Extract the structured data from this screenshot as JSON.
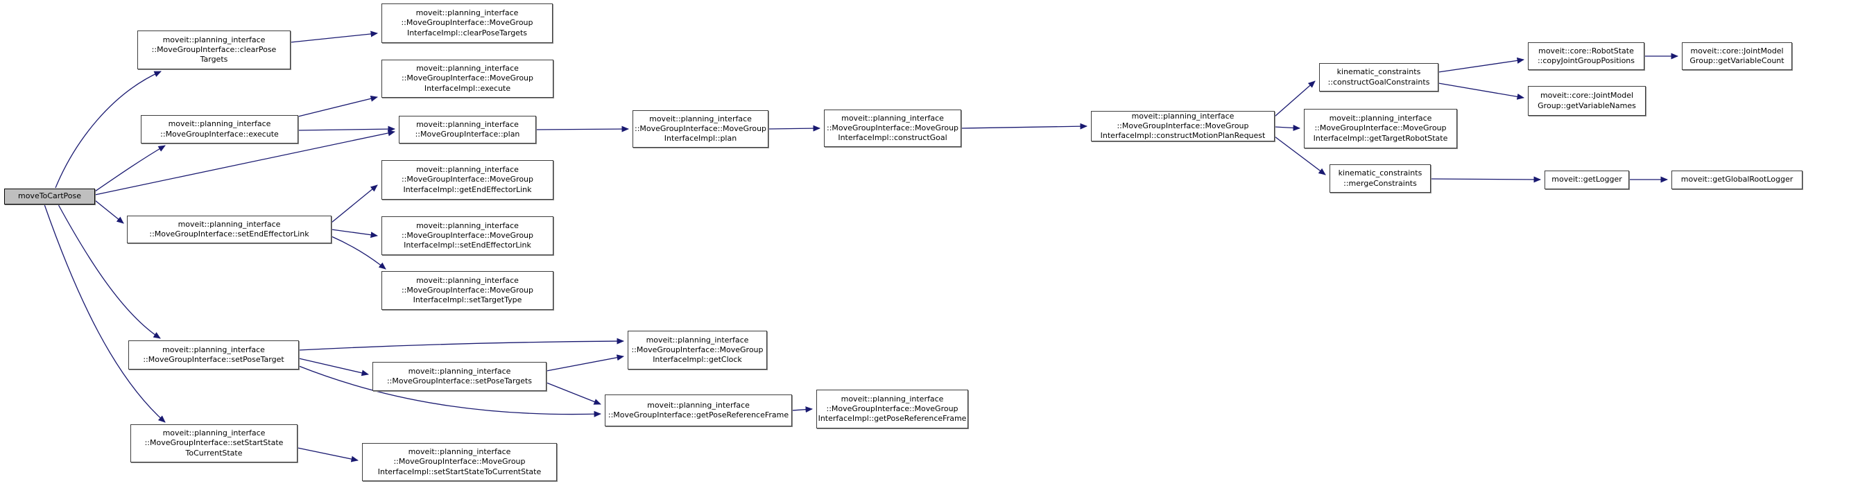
{
  "diagram": {
    "kind": "call-graph",
    "root_label": "moveToCartPose",
    "colors": {
      "edge": "#191970",
      "node_border": "#3d3d3d",
      "node_fill": "#ffffff",
      "root_fill": "#bfbfbf",
      "background": "#ffffff",
      "text": "#000000"
    },
    "nodes": [
      {
        "id": "root",
        "root": true,
        "label": "moveToCartPose"
      },
      {
        "id": "clearPoseTargets",
        "root": false,
        "label": "moveit::planning_interface\n::MoveGroupInterface::clearPose\nTargets"
      },
      {
        "id": "clearPoseTargetsImpl",
        "root": false,
        "label": "moveit::planning_interface\n::MoveGroupInterface::MoveGroup\nInterfaceImpl::clearPoseTargets"
      },
      {
        "id": "execute",
        "root": false,
        "label": "moveit::planning_interface\n::MoveGroupInterface::execute"
      },
      {
        "id": "executeImpl",
        "root": false,
        "label": "moveit::planning_interface\n::MoveGroupInterface::MoveGroup\nInterfaceImpl::execute"
      },
      {
        "id": "plan",
        "root": false,
        "label": "moveit::planning_interface\n::MoveGroupInterface::plan"
      },
      {
        "id": "planImpl",
        "root": false,
        "label": "moveit::planning_interface\n::MoveGroupInterface::MoveGroup\nInterfaceImpl::plan"
      },
      {
        "id": "constructGoal",
        "root": false,
        "label": "moveit::planning_interface\n::MoveGroupInterface::MoveGroup\nInterfaceImpl::constructGoal"
      },
      {
        "id": "constructMotionPlanRequest",
        "root": false,
        "label": "moveit::planning_interface\n::MoveGroupInterface::MoveGroup\nInterfaceImpl::constructMotionPlanRequest"
      },
      {
        "id": "constructGoalConstraints",
        "root": false,
        "label": "kinematic_constraints\n::constructGoalConstraints"
      },
      {
        "id": "getTargetRobotState",
        "root": false,
        "label": "moveit::planning_interface\n::MoveGroupInterface::MoveGroup\nInterfaceImpl::getTargetRobotState"
      },
      {
        "id": "mergeConstraints",
        "root": false,
        "label": "kinematic_constraints\n::mergeConstraints"
      },
      {
        "id": "copyJointGroupPositions",
        "root": false,
        "label": "moveit::core::RobotState\n::copyJointGroupPositions"
      },
      {
        "id": "getVariableCount",
        "root": false,
        "label": "moveit::core::JointModel\nGroup::getVariableCount"
      },
      {
        "id": "getVariableNames",
        "root": false,
        "label": "moveit::core::JointModel\nGroup::getVariableNames"
      },
      {
        "id": "getLogger",
        "root": false,
        "label": "moveit::getLogger"
      },
      {
        "id": "getGlobalRootLogger",
        "root": false,
        "label": "moveit::getGlobalRootLogger"
      },
      {
        "id": "getEndEffectorLinkImpl",
        "root": false,
        "label": "moveit::planning_interface\n::MoveGroupInterface::MoveGroup\nInterfaceImpl::getEndEffectorLink"
      },
      {
        "id": "setEndEffectorLink",
        "root": false,
        "label": "moveit::planning_interface\n::MoveGroupInterface::setEndEffectorLink"
      },
      {
        "id": "setEndEffectorLinkImpl",
        "root": false,
        "label": "moveit::planning_interface\n::MoveGroupInterface::MoveGroup\nInterfaceImpl::setEndEffectorLink"
      },
      {
        "id": "setTargetTypeImpl",
        "root": false,
        "label": "moveit::planning_interface\n::MoveGroupInterface::MoveGroup\nInterfaceImpl::setTargetType"
      },
      {
        "id": "setPoseTarget",
        "root": false,
        "label": "moveit::planning_interface\n::MoveGroupInterface::setPoseTarget"
      },
      {
        "id": "setPoseTargets",
        "root": false,
        "label": "moveit::planning_interface\n::MoveGroupInterface::setPoseTargets"
      },
      {
        "id": "getClockImpl",
        "root": false,
        "label": "moveit::planning_interface\n::MoveGroupInterface::MoveGroup\nInterfaceImpl::getClock"
      },
      {
        "id": "getPoseReferenceFrame",
        "root": false,
        "label": "moveit::planning_interface\n::MoveGroupInterface::getPoseReferenceFrame"
      },
      {
        "id": "getPoseReferenceFrameImpl",
        "root": false,
        "label": "moveit::planning_interface\n::MoveGroupInterface::MoveGroup\nInterfaceImpl::getPoseReferenceFrame"
      },
      {
        "id": "setStartStateToCurrentState",
        "root": false,
        "label": "moveit::planning_interface\n::MoveGroupInterface::setStartState\nToCurrentState"
      },
      {
        "id": "setStartStateToCurrentStateImpl",
        "root": false,
        "label": "moveit::planning_interface\n::MoveGroupInterface::MoveGroup\nInterfaceImpl::setStartStateToCurrentState"
      }
    ],
    "edges": [
      {
        "from": "root",
        "to": "clearPoseTargets"
      },
      {
        "from": "root",
        "to": "execute"
      },
      {
        "from": "root",
        "to": "plan"
      },
      {
        "from": "root",
        "to": "setEndEffectorLink"
      },
      {
        "from": "root",
        "to": "setPoseTarget"
      },
      {
        "from": "root",
        "to": "setStartStateToCurrentState"
      },
      {
        "from": "clearPoseTargets",
        "to": "clearPoseTargetsImpl"
      },
      {
        "from": "execute",
        "to": "executeImpl"
      },
      {
        "from": "execute",
        "to": "plan"
      },
      {
        "from": "plan",
        "to": "planImpl"
      },
      {
        "from": "planImpl",
        "to": "constructGoal"
      },
      {
        "from": "constructGoal",
        "to": "constructMotionPlanRequest"
      },
      {
        "from": "constructMotionPlanRequest",
        "to": "constructGoalConstraints"
      },
      {
        "from": "constructMotionPlanRequest",
        "to": "getTargetRobotState"
      },
      {
        "from": "constructMotionPlanRequest",
        "to": "mergeConstraints"
      },
      {
        "from": "constructGoalConstraints",
        "to": "copyJointGroupPositions"
      },
      {
        "from": "constructGoalConstraints",
        "to": "getVariableNames"
      },
      {
        "from": "copyJointGroupPositions",
        "to": "getVariableCount"
      },
      {
        "from": "mergeConstraints",
        "to": "getLogger"
      },
      {
        "from": "getLogger",
        "to": "getGlobalRootLogger"
      },
      {
        "from": "setEndEffectorLink",
        "to": "getEndEffectorLinkImpl"
      },
      {
        "from": "setEndEffectorLink",
        "to": "setEndEffectorLinkImpl"
      },
      {
        "from": "setEndEffectorLink",
        "to": "setTargetTypeImpl"
      },
      {
        "from": "setPoseTarget",
        "to": "getClockImpl"
      },
      {
        "from": "setPoseTarget",
        "to": "setPoseTargets"
      },
      {
        "from": "setPoseTarget",
        "to": "getPoseReferenceFrame"
      },
      {
        "from": "setPoseTargets",
        "to": "getClockImpl"
      },
      {
        "from": "setPoseTargets",
        "to": "getPoseReferenceFrame"
      },
      {
        "from": "getPoseReferenceFrame",
        "to": "getPoseReferenceFrameImpl"
      },
      {
        "from": "setStartStateToCurrentState",
        "to": "setStartStateToCurrentStateImpl"
      }
    ]
  }
}
